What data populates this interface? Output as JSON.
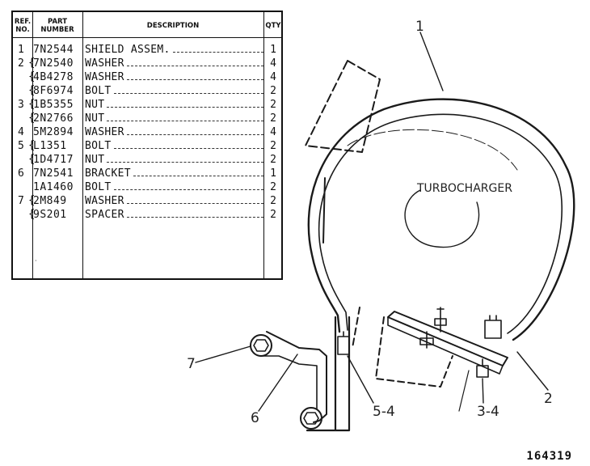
{
  "table": {
    "headers": {
      "ref_line1": "REF.",
      "ref_line2": "NO.",
      "part_line1": "PART",
      "part_line2": "NUMBER",
      "description": "DESCRIPTION",
      "qty": "QTY"
    },
    "rows": [
      {
        "ref": "1",
        "part": "7N2544",
        "desc": "SHIELD ASSEM.",
        "qty": "1"
      },
      {
        "ref": "2",
        "part": "7N2540",
        "desc": "WASHER",
        "qty": "4"
      },
      {
        "ref": "",
        "part": "4B4278",
        "desc": "WASHER",
        "qty": "4"
      },
      {
        "ref": "",
        "part": "8F6974",
        "desc": "BOLT",
        "qty": "2"
      },
      {
        "ref": "3",
        "part": "1B5355",
        "desc": "NUT",
        "qty": "2"
      },
      {
        "ref": "",
        "part": "2N2766",
        "desc": "NUT",
        "qty": "2"
      },
      {
        "ref": "4",
        "part": "5M2894",
        "desc": "WASHER",
        "qty": "4"
      },
      {
        "ref": "5",
        "part": "L1351",
        "desc": "BOLT",
        "qty": "2"
      },
      {
        "ref": "",
        "part": "1D4717",
        "desc": "NUT",
        "qty": "2"
      },
      {
        "ref": "6",
        "part": "7N2541",
        "desc": "BRACKET",
        "qty": "1"
      },
      {
        "ref": "",
        "part": "1A1460",
        "desc": "BOLT",
        "qty": "2"
      },
      {
        "ref": "7",
        "part": "2M849",
        "desc": "WASHER",
        "qty": "2"
      },
      {
        "ref": "",
        "part": "9S201",
        "desc": "SPACER",
        "qty": "2"
      }
    ]
  },
  "diagram": {
    "component_label": "TURBOCHARGER",
    "callouts": {
      "c1": "1",
      "c2": "2",
      "c34": "3-4",
      "c54": "5-4",
      "c6": "6",
      "c7": "7"
    }
  },
  "drawing_number": "164319"
}
